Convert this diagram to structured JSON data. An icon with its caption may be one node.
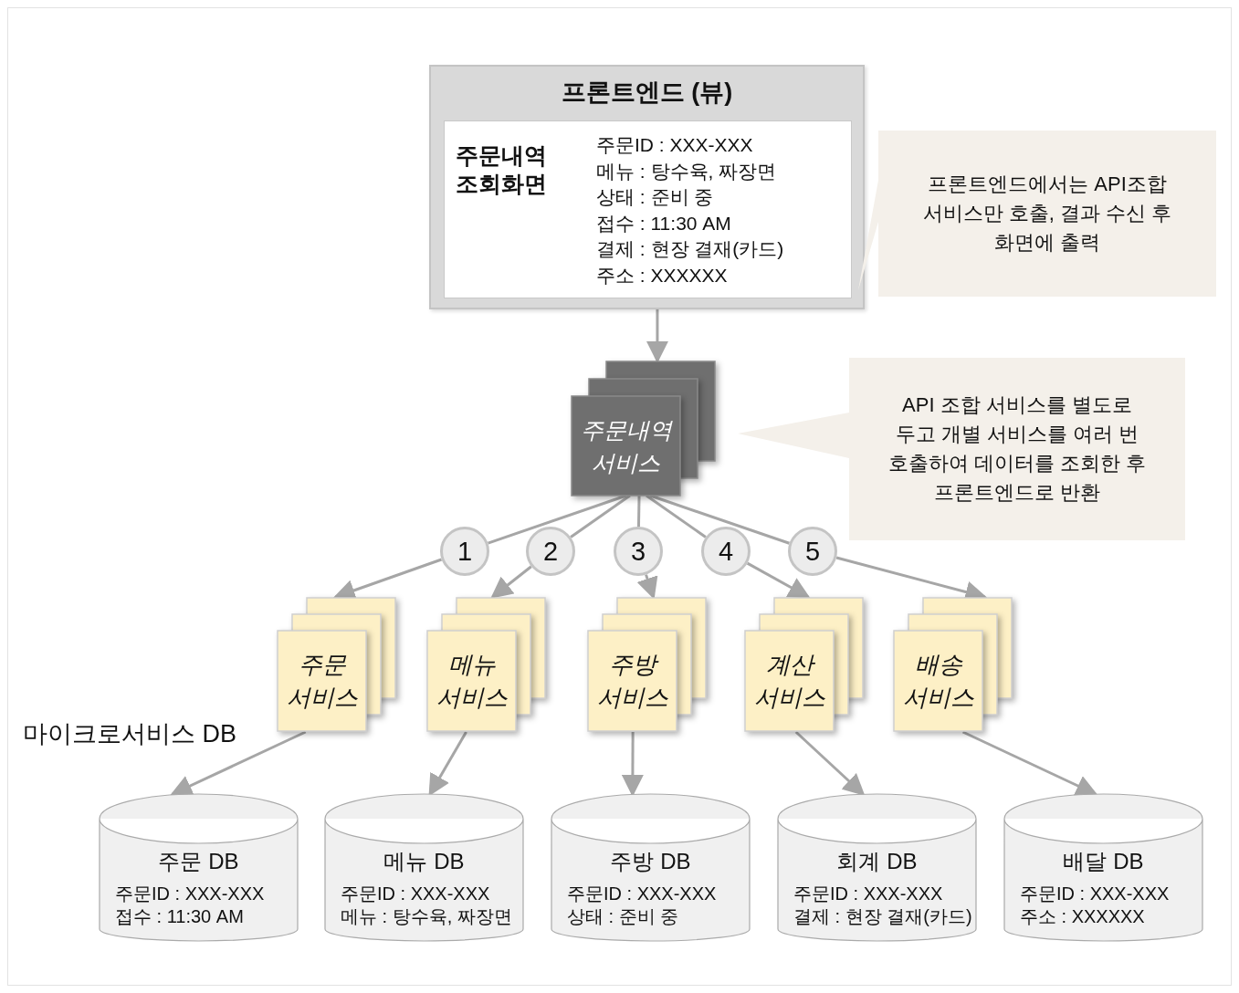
{
  "diagram": {
    "nodes": [
      {
        "text": [
          "프론트엔드 (뷰)"
        ]
      },
      {
        "text": [
          "주문내역 조회화면",
          "주문ID : XXX-XXX",
          "메뉴 : 탕수육, 짜장면",
          "상태 : 준비 중",
          "접수 : 11:30 AM",
          "결제 : 현장 결재(카드)",
          "주소 : XXXXXX"
        ],
        "in": 0
      },
      {
        "text": [
          "프론트엔드에서는 API조합 서비스만 호출, 결과 수신 후 화면에 출력"
        ]
      },
      {
        "text": [
          "주문내역 서비스"
        ]
      },
      {
        "text": [
          "API 조합 서비스를 별도로 두고 개별 서비스를 여러 번 호출하여 데이터를 조회한 후 프론트엔드로 반환"
        ]
      },
      {
        "text": [
          "1"
        ]
      },
      {
        "text": [
          "2"
        ]
      },
      {
        "text": [
          "3"
        ]
      },
      {
        "text": [
          "4"
        ]
      },
      {
        "text": [
          "5"
        ]
      },
      {
        "text": [
          "주문 서비스"
        ]
      },
      {
        "text": [
          "메뉴 서비스"
        ]
      },
      {
        "text": [
          "주방 서비스"
        ]
      },
      {
        "text": [
          "계산 서비스"
        ]
      },
      {
        "text": [
          "배송 서비스"
        ]
      },
      {
        "text": [
          "주문 DB",
          "주문ID : XXX-XXX",
          "접수 : 11:30 AM"
        ]
      },
      {
        "text": [
          "메뉴 DB",
          "주문ID : XXX-XXX",
          "메뉴 : 탕수육, 짜장면"
        ]
      },
      {
        "text": [
          "주방 DB",
          "주문ID : XXX-XXX",
          "상태 : 준비 중"
        ]
      },
      {
        "text": [
          "회계 DB",
          "주문ID : XXX-XXX",
          "결제 : 현장 결재(카드)"
        ]
      },
      {
        "text": [
          "배달 DB",
          "주문ID : XXX-XXX",
          "주소 : XXXXXX"
        ]
      }
    ],
    "edges": [
      {
        "from": 0,
        "to": 3,
        "arrow": "to"
      },
      {
        "from": 3,
        "to": 5,
        "arrow": "none"
      },
      {
        "from": 3,
        "to": 6,
        "arrow": "none"
      },
      {
        "from": 3,
        "to": 7,
        "arrow": "none"
      },
      {
        "from": 3,
        "to": 8,
        "arrow": "none"
      },
      {
        "from": 3,
        "to": 9,
        "arrow": "none"
      },
      {
        "from": 5,
        "to": 10,
        "arrow": "to"
      },
      {
        "from": 6,
        "to": 11,
        "arrow": "to"
      },
      {
        "from": 7,
        "to": 12,
        "arrow": "to"
      },
      {
        "from": 8,
        "to": 13,
        "arrow": "to"
      },
      {
        "from": 9,
        "to": 14,
        "arrow": "to"
      },
      {
        "from": 10,
        "to": 15,
        "arrow": "to"
      },
      {
        "from": 11,
        "to": 16,
        "arrow": "to"
      },
      {
        "from": 12,
        "to": 17,
        "arrow": "to"
      },
      {
        "from": 13,
        "to": 18,
        "arrow": "to"
      },
      {
        "from": 14,
        "to": 19,
        "arrow": "to"
      }
    ],
    "labels": [
      "마이크로서비스 DB"
    ]
  }
}
